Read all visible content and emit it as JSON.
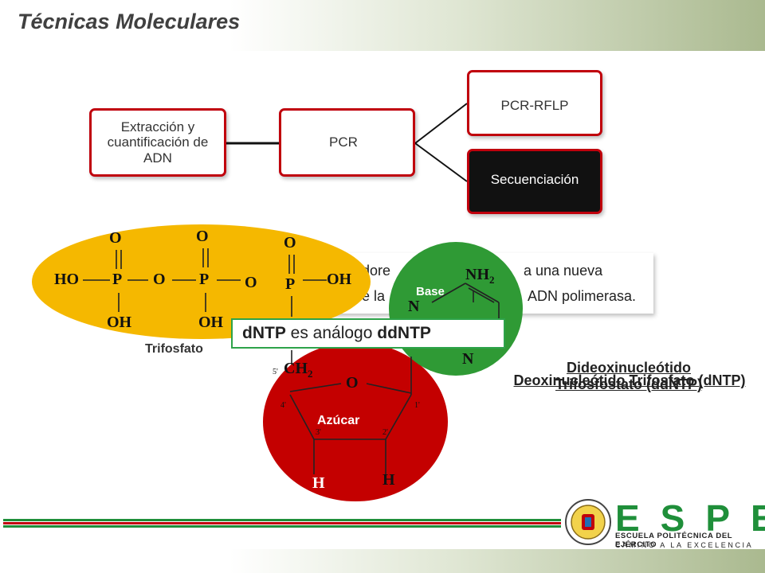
{
  "slide": {
    "title": "Técnicas Moleculares"
  },
  "flow": {
    "extraction": "Extracción y cuantificación de ADN",
    "pcr": "PCR",
    "rflp": "PCR-RFLP",
    "sequencing": "Secuenciación"
  },
  "background_text": {
    "line1_a": "dore",
    "line1_b": "a una nueva",
    "line2_a": "e la",
    "line2_b": "ADN polimerasa."
  },
  "molecule": {
    "phosphate_left": "HO",
    "p": "P",
    "o": "O",
    "oh": "OH",
    "ch2": "CH",
    "ch2_sub": "2",
    "h": "H",
    "nh2": "NH",
    "nh2_sub": "2",
    "n": "N",
    "num_5": "5'",
    "num_4": "4'",
    "num_3": "3'",
    "num_2": "2'",
    "num_1": "1'"
  },
  "labels": {
    "triphosphate": "Trifosfato",
    "sugar": "Azúcar",
    "base": "Base"
  },
  "callout": {
    "term1": "dNTP",
    "middle": " es análogo ",
    "term2": "ddNTP"
  },
  "annotations": {
    "dideoxy": "Dideoxinucleótido Trifosfostato (ddNTP)",
    "deoxy": "Deoxinucleótido Trifosfato (dNTP)"
  },
  "logo": {
    "letters": "ESPE",
    "line1": "ESCUELA POLITÉCNICA DEL EJÉRCITO",
    "line2": "CAMINO A LA EXCELENCIA"
  },
  "colors": {
    "box_border": "#c0000c",
    "triphosphate_fill": "#f5b800",
    "sugar_fill": "#c40000",
    "base_fill": "#2f9a35",
    "logo_green": "#1f8f3a"
  }
}
